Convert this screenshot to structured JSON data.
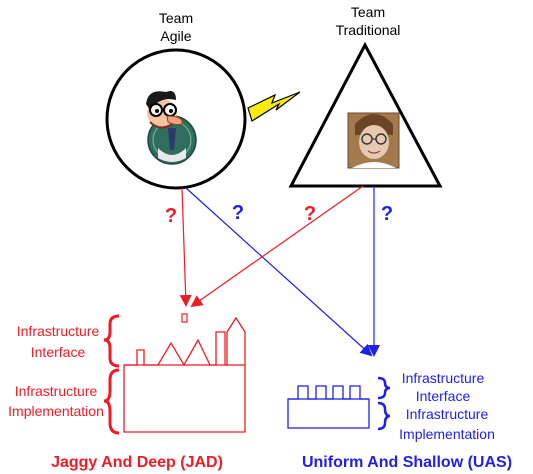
{
  "teams": {
    "agile": {
      "line1": "Team",
      "line2": "Agile"
    },
    "traditional": {
      "line1": "Team",
      "line2": "Traditional"
    }
  },
  "question_marks": {
    "agile_red": "?",
    "agile_blue": "?",
    "trad_red": "?",
    "trad_blue": "?"
  },
  "jad": {
    "interface_line1": "Infrastructure",
    "interface_line2": "Interface",
    "impl_line1": "Infrastructure",
    "impl_line2": "Implementation",
    "title": "Jaggy And Deep (JAD)"
  },
  "uas": {
    "interface_line1": "Infrastructure",
    "interface_line2": "Interface",
    "impl_line1": "Infrastructure",
    "impl_line2": "Implementation",
    "title": "Uniform And Shallow (UAS)"
  },
  "colors": {
    "red": "#ee1c25",
    "blue": "#1f1fe6",
    "black": "#000000",
    "lightning": "#f5ea14"
  },
  "icons": {
    "agile_avatar": "cartoon-scientist-icon",
    "traditional_avatar": "boy-photo-icon",
    "conflict": "lightning-bolt-icon"
  }
}
